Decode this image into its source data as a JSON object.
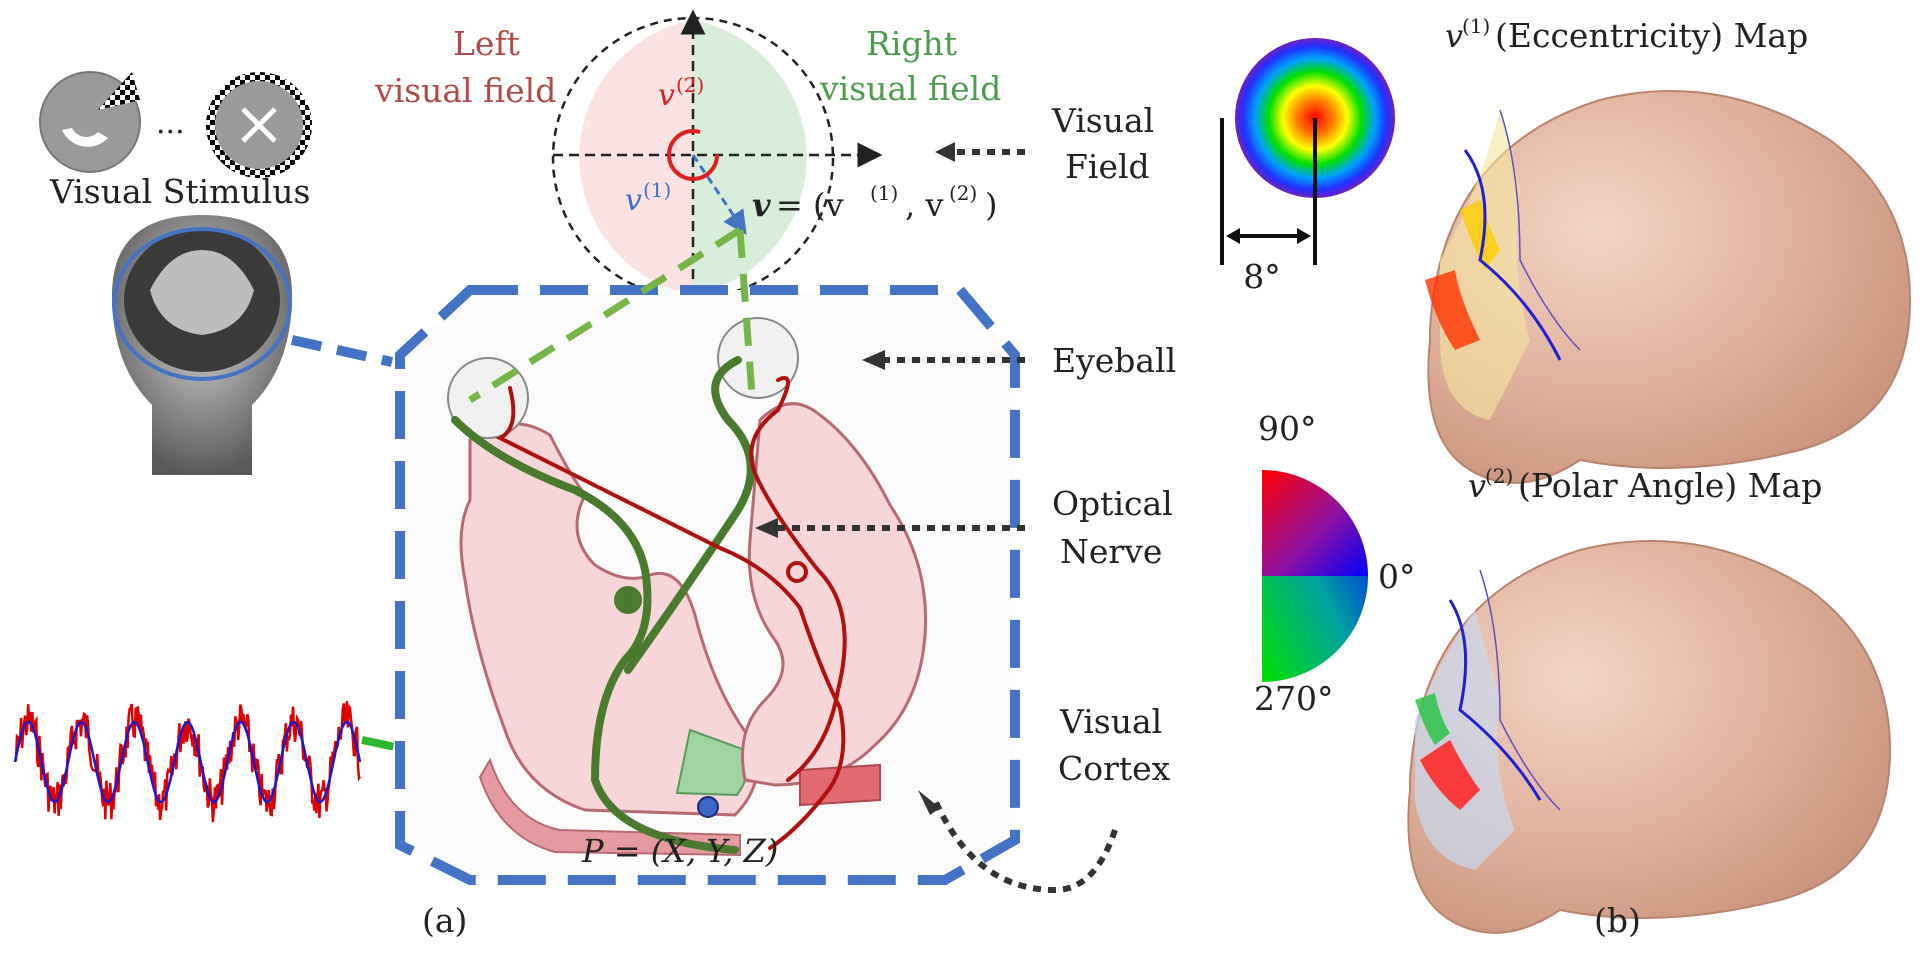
{
  "panel_a": {
    "visual_stimulus": "Visual Stimulus",
    "stimulus_ellipsis": "...",
    "left_field": [
      "Left",
      "visual field"
    ],
    "right_field": [
      "Right",
      "visual field"
    ],
    "v2": "v",
    "v2_sup": "(2)",
    "v1": "v",
    "v1_sup": "(1)",
    "v_eq_v": "v",
    "v_eq_rest": "= (v",
    "v_eq_s1": "(1)",
    "v_eq_mid": ", v",
    "v_eq_s2": "(2)",
    "v_eq_close": ")",
    "labels": {
      "visual_field": [
        "Visual",
        "Field"
      ],
      "eyeball": "Eyeball",
      "optical_nerve": [
        "Optical",
        "Nerve"
      ],
      "visual_cortex": [
        "Visual",
        "Cortex"
      ]
    },
    "point": "P = (X, Y, Z)",
    "caption": "(a)"
  },
  "panel_b": {
    "ecc_v": "v",
    "ecc_sup": "(1)",
    "ecc_title": " (Eccentricity) Map",
    "ecc_scale": "8°",
    "pol_v": "v",
    "pol_sup": "(2)",
    "pol_title": " (Polar Angle) Map",
    "angle_90": "90°",
    "angle_0": "0°",
    "angle_270": "270°",
    "caption": "(b)"
  },
  "colors": {
    "frame_blue": "#4472c4",
    "green_path": "#4a7a2e",
    "red_path": "#b01010",
    "left_field_fill": "#fbe3e3",
    "right_field_fill": "#d8eedb",
    "brain_tissue": "#f6d6d8",
    "brain_skin": "#dcab96"
  }
}
